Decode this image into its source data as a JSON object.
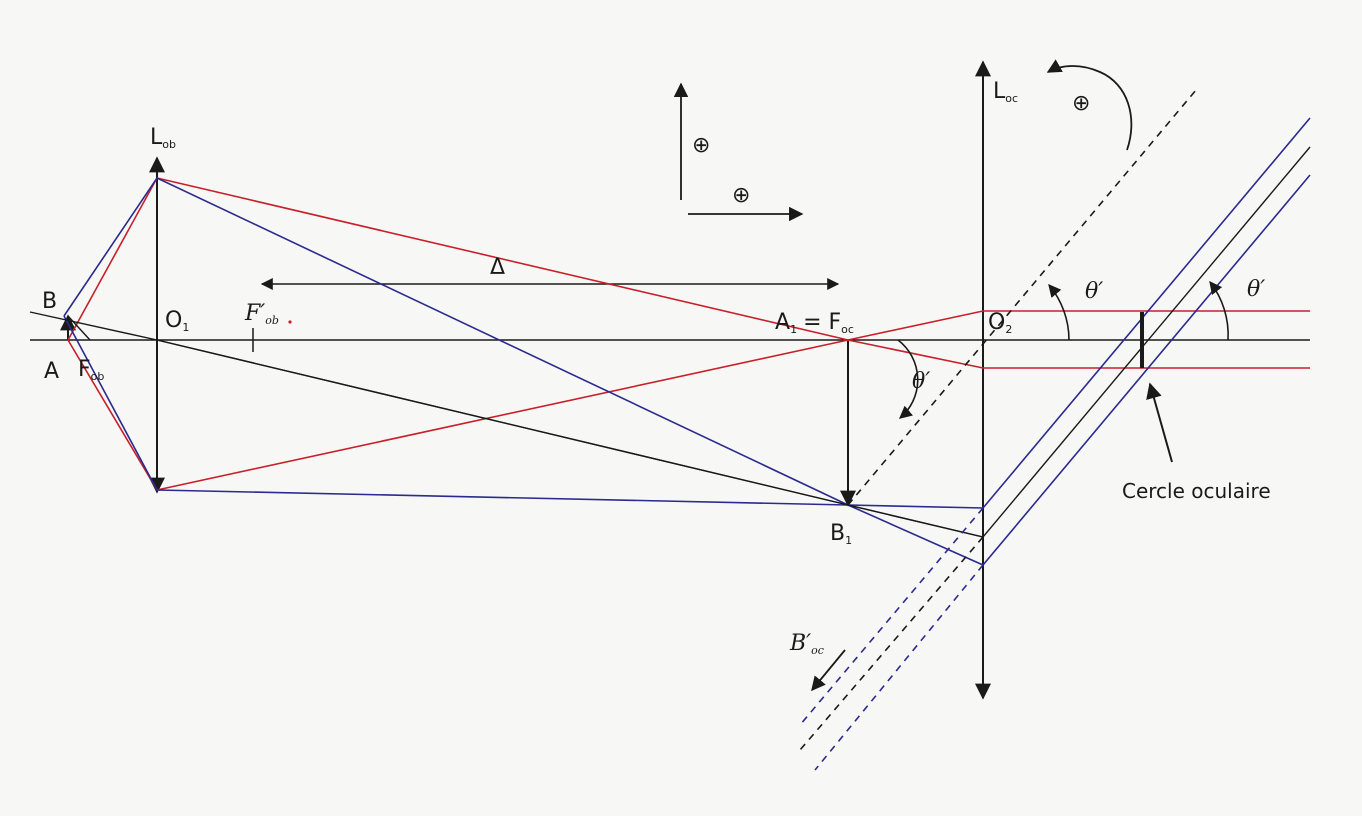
{
  "diagram": {
    "colors": {
      "red_ray": "#c8202a",
      "blue_ray": "#2a2a8f",
      "black_ray": "#1a1a1a",
      "background": "#f7f7f5"
    },
    "labels": {
      "objective_lens": "L",
      "objective_lens_sub": "ob",
      "eyepiece_lens": "L",
      "eyepiece_lens_sub": "oc",
      "point_b": "B",
      "point_a": "A",
      "focus_f_ob": "F",
      "focus_f_ob_sub": "ob",
      "center_o1": "O",
      "center_o1_sub": "1",
      "focus_f_ob_prime": "F′",
      "focus_f_ob_prime_sub": "ob",
      "delta": "Δ",
      "image_a1": "A",
      "image_a1_sub": "1",
      "equals": "= F",
      "equals_sub": "oc",
      "center_o2": "O",
      "center_o2_sub": "2",
      "image_b1": "B",
      "image_b1_sub": "1",
      "image_b_oc_prime": "B′",
      "image_b_oc_prime_sub": "oc",
      "theta_prime_1": "θ′",
      "theta_prime_2": "θ′",
      "theta_prime_3": "θ′",
      "sign_plus_1": "⊕",
      "sign_plus_2": "⊕",
      "sign_plus_3": "⊕",
      "eye_circle": "Cercle oculaire"
    }
  }
}
